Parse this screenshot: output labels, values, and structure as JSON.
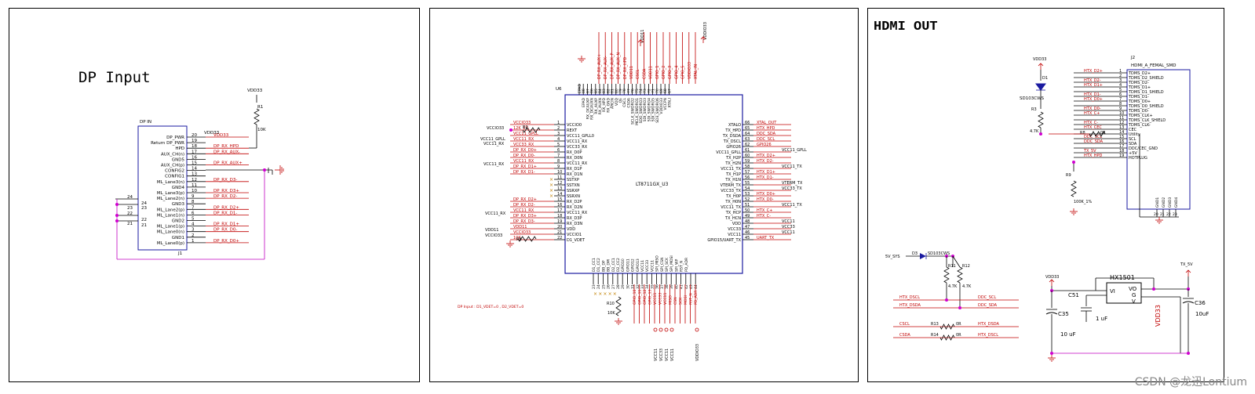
{
  "panel1": {
    "title": "DP Input",
    "vdd": "VDD33",
    "r_ref": "R1",
    "r_val": "10K",
    "conn_label": "DP IN",
    "conn_ref": "J1",
    "left_pins": [
      "DP_PWR",
      "Return DP_PWR",
      "HPD",
      "AUX_CH(n)",
      "GND5",
      "AUX_CH(p)",
      "CONFIG2",
      "CONFIG1",
      "ML_Lane3(n)",
      "GND4",
      "ML_Lane3(p)",
      "ML_Lane2(n)",
      "GND3",
      "ML_Lane2(p)",
      "ML_Lane1(n)",
      "GND2",
      "ML_Lane1(p)",
      "ML_Lane0(n)",
      "GND1",
      "ML_Lane0(p)"
    ],
    "pin_nums": [
      "20",
      "19",
      "18",
      "17",
      "16",
      "15",
      "14",
      "13",
      "12",
      "11",
      "10",
      "9",
      "8",
      "7",
      "6",
      "5",
      "4",
      "3",
      "2",
      "1"
    ],
    "nets": [
      "VDD33",
      "",
      "DP_RX_HPD",
      "DP_RX_AUX-",
      "",
      "DP_RX_AUX+",
      "",
      "",
      "DP_RX_D3-",
      "",
      "DP_RX_D3+",
      "DP_RX_D2-",
      "",
      "DP_RX_D2+",
      "DP_RX_D1-",
      "",
      "DP_RX_D1+",
      "DP_RX_D0-",
      "",
      "DP_RX_D0+"
    ],
    "side_pins": [
      "24",
      "23",
      "22",
      "21"
    ]
  },
  "panel2": {
    "chip_ref": "U6",
    "chip_name": "LT8711GX_U3",
    "top_pins": [
      "EPAD",
      "88",
      "87",
      "86",
      "85",
      "84",
      "83",
      "82",
      "81",
      "80",
      "79",
      "78",
      "77",
      "76",
      "75",
      "74",
      "73",
      "72",
      "71",
      "70",
      "69",
      "68",
      "67"
    ],
    "top_names": [
      "EPAD",
      "RX_DCAUXP",
      "RX_DCAUXN",
      "RX_AUXP",
      "RX_AUXN",
      "RX_HPD",
      "RX_GND",
      "ARCIN",
      "VDD",
      "OE",
      "CSCL",
      "CSDA",
      "SCLK_SWDRO2",
      "MCLK_SWDRO1",
      "SDO_SWDRO3",
      "SDI_SWDRO3",
      "SDI_SWDRO4",
      "SDI_SWDRO5",
      "SD3_SWDRO6",
      "VDDIO33",
      "VCCPN",
      "XTALI"
    ],
    "top_nets": [
      "DP_RX_AUX+",
      "DP_RX_AUX-",
      "DP_RX_AUX_P",
      "DP_RX_AUX_N",
      "DP_RX_HPD",
      "VDD11",
      "CSCL",
      "CSDA",
      "VDD11",
      "GPIO_1",
      "GPIO_2",
      "GPIO_3",
      "GPIO_4",
      "GPIO_5",
      "VDDIO33",
      "XTAL_IN"
    ],
    "left_pins": [
      {
        "num": "1",
        "name": "VCCIO0",
        "net": "VCCIO33"
      },
      {
        "num": "2",
        "name": "REXT",
        "net": "12K_1%"
      },
      {
        "num": "3",
        "name": "VCC11_GPLL0",
        "net": "VCC11_GPLL"
      },
      {
        "num": "4",
        "name": "VCC11_RX",
        "net": "VCC11_RX"
      },
      {
        "num": "5",
        "name": "VCC33_RX",
        "net": "VCC33_RX"
      },
      {
        "num": "6",
        "name": "RX_D0P",
        "net": "DP_RX_D0+"
      },
      {
        "num": "7",
        "name": "RX_D0N",
        "net": "DP_RX_D0-"
      },
      {
        "num": "8",
        "name": "VCC11_RX",
        "net": "VCC11_RX"
      },
      {
        "num": "9",
        "name": "RX_D1P",
        "net": "DP_RX_D1+"
      },
      {
        "num": "10",
        "name": "RX_D1N",
        "net": "DP_RX_D1-"
      },
      {
        "num": "11",
        "name": "SSTXP",
        "net": ""
      },
      {
        "num": "12",
        "name": "SSTXN",
        "net": ""
      },
      {
        "num": "13",
        "name": "SSRXP",
        "net": ""
      },
      {
        "num": "14",
        "name": "SSRXN",
        "net": ""
      },
      {
        "num": "15",
        "name": "RX_D2P",
        "net": "DP_RX_D2+"
      },
      {
        "num": "16",
        "name": "RX_D2N",
        "net": "DP_RX_D2-"
      },
      {
        "num": "17",
        "name": "VCC11_RX",
        "net": "VCC11_RX"
      },
      {
        "num": "18",
        "name": "RX_D3P",
        "net": "DP_RX_D3+"
      },
      {
        "num": "19",
        "name": "RX_D3N",
        "net": "DP_RX_D3-"
      },
      {
        "num": "20",
        "name": "VDD",
        "net": "VDD11"
      },
      {
        "num": "21",
        "name": "VCCIO1",
        "net": "VCCIO33"
      },
      {
        "num": "22",
        "name": "D1_VDET",
        "net": "10K"
      }
    ],
    "right_pins": [
      {
        "num": "66",
        "name": "XTALO",
        "net": "XTAL_OUT"
      },
      {
        "num": "65",
        "name": "TX_HPD",
        "net": "HTX_HPD"
      },
      {
        "num": "64",
        "name": "TX_DSDA",
        "net": "DDC_SDA"
      },
      {
        "num": "63",
        "name": "TX_DSCL",
        "net": "DDC_SCL"
      },
      {
        "num": "62",
        "name": "GPIO26",
        "net": "GPIO26"
      },
      {
        "num": "61",
        "name": "VCC11_GPLL",
        "net": "VCC11_GPLL"
      },
      {
        "num": "60",
        "name": "TX_H2P",
        "net": "HTX_D2+"
      },
      {
        "num": "59",
        "name": "TX_H2N",
        "net": "HTX_D2-"
      },
      {
        "num": "58",
        "name": "VCC11_TX",
        "net": "VCC11_TX"
      },
      {
        "num": "57",
        "name": "TX_H1P",
        "net": "HTX_D1+"
      },
      {
        "num": "56",
        "name": "TX_H1N",
        "net": "HTX_D1-"
      },
      {
        "num": "55",
        "name": "VTERM_TX",
        "net": "VTERM_TX"
      },
      {
        "num": "54",
        "name": "VCC33_TX",
        "net": "VCC33_TX"
      },
      {
        "num": "53",
        "name": "TX_H0P",
        "net": "HTX_D0+"
      },
      {
        "num": "52",
        "name": "TX_H0N",
        "net": "HTX_D0-"
      },
      {
        "num": "51",
        "name": "VCC11_TX",
        "net": "VCC11_TX"
      },
      {
        "num": "50",
        "name": "TX_HCP",
        "net": "HTX_C+"
      },
      {
        "num": "49",
        "name": "TX_HCN",
        "net": "HTX_C-"
      },
      {
        "num": "48",
        "name": "VDD",
        "net": "VCC11"
      },
      {
        "num": "47",
        "name": "VCC33",
        "net": "VCC33"
      },
      {
        "num": "46",
        "name": "VCC11",
        "net": "VCC11"
      },
      {
        "num": "45",
        "name": "GPIO15/UART_TX",
        "net": "UART_TX"
      }
    ],
    "bottom_pins": [
      "23",
      "24",
      "25",
      "26",
      "27",
      "28",
      "29",
      "30",
      "31",
      "32",
      "33",
      "34",
      "35",
      "36",
      "37",
      "38",
      "39",
      "40",
      "41",
      "42",
      "43",
      "44"
    ],
    "bottom_names": [
      "D1_CC1",
      "D1_CC2",
      "BB_DP",
      "BB_DM",
      "D2_CC1",
      "D2_CC2",
      "GPIO10",
      "GPIO11",
      "GPIO12",
      "GPIO13",
      "VCC11",
      "VCC33",
      "VCC11",
      "SPI_MISO",
      "SPI_CSN",
      "SPI_SCK",
      "SPI_MOSI",
      "SPI_WP",
      "RST_N",
      "PD_ADR"
    ],
    "bottom_nets": [
      "GPIO_10",
      "GPIO_11",
      "GPIO_12",
      "GPIO_13",
      "VCC11",
      "VCC33",
      "VCC11",
      "MISO",
      "CSN",
      "SCK",
      "MOSI",
      "RST_N",
      "PD_ADR"
    ],
    "vcc_bottom": [
      "VCC11",
      "VCC33",
      "VCC11",
      "VCC11",
      "VDDIO33"
    ],
    "r10": "R10",
    "r10_val": "10K",
    "r8": "R8",
    "r8_val": "10K",
    "r2": "R2",
    "vdd11_top": "VDD11",
    "vddio33_top": "VDDIO33",
    "vddio33_left": "VCCIO33",
    "vdd11_left": "VDD11",
    "note": "DP Input : D1_VDET=0 , D2_VDET=0"
  },
  "panel3": {
    "title": "HDMI OUT",
    "vdd33": "VDD33",
    "d1": "D1",
    "d1_part": "SD103CWS",
    "r3": "R3",
    "r3_val": "4.7K",
    "r9": "R9",
    "r9_val": "100K_1%",
    "r8c": "R8",
    "r8c_val": "0R",
    "conn_ref": "J2",
    "conn_name": "HDMI_A_FEMAL_SMD",
    "conn_pins": [
      {
        "num": "1",
        "name": "TDMS_D2+",
        "net": "HTX_D2+"
      },
      {
        "num": "2",
        "name": "TDMS_D2_SHIELD",
        "net": ""
      },
      {
        "num": "3",
        "name": "TDMS_D2-",
        "net": "HTX_D2-"
      },
      {
        "num": "4",
        "name": "TDMS_D1+",
        "net": "HTX_D1+"
      },
      {
        "num": "5",
        "name": "TDMS_D1_SHIELD",
        "net": ""
      },
      {
        "num": "6",
        "name": "TDMS_D1-",
        "net": "HTX_D1-"
      },
      {
        "num": "7",
        "name": "TDMS_D0+",
        "net": "HTX_D0+"
      },
      {
        "num": "8",
        "name": "TDMS_D0_SHIELD",
        "net": ""
      },
      {
        "num": "9",
        "name": "TDMS_D0-",
        "net": "HTX_D0-"
      },
      {
        "num": "10",
        "name": "TDMS_CLK+",
        "net": "HTX_C+"
      },
      {
        "num": "11",
        "name": "TDMS_CLK_SHIELD",
        "net": ""
      },
      {
        "num": "12",
        "name": "TDMS_CLK-",
        "net": "HTX_C-"
      },
      {
        "num": "13",
        "name": "CEC",
        "net": "HTX_CEC"
      },
      {
        "num": "14",
        "name": "Utility",
        "net": ""
      },
      {
        "num": "15",
        "name": "SCL",
        "net": "DDC_SCL"
      },
      {
        "num": "16",
        "name": "SDA",
        "net": "DDC_SDA"
      },
      {
        "num": "17",
        "name": "DDC/CEC_GND",
        "net": ""
      },
      {
        "num": "18",
        "name": "+5V",
        "net": "TX_5V"
      },
      {
        "num": "19",
        "name": "HOTPLUG",
        "net": "HTX_HPD"
      }
    ],
    "gnd_pins": [
      "GND1",
      "GND2",
      "GND3",
      "GND4"
    ],
    "gnd_nums": [
      "20",
      "21",
      "22",
      "23"
    ],
    "level": {
      "v5": "5V_SYS",
      "d3": "D3",
      "d3_part": "SD103CWS",
      "r11": "R11",
      "r12": "R12",
      "r_val": "4.7K",
      "nets_left": [
        "HTX_DSCL",
        "HTX_DSDA"
      ],
      "nets_right": [
        "DDC_SCL",
        "DDC_SDA"
      ],
      "r13": "R13",
      "r14": "R14",
      "r0": "0R",
      "csrows": [
        {
          "left": "CSCL",
          "ref": "R13",
          "val": "0R",
          "right": "HTX_DSDA"
        },
        {
          "left": "CSDA",
          "ref": "R14",
          "val": "0R",
          "right": "HTX_DSCL"
        }
      ]
    },
    "ldo": {
      "name": "HX1501",
      "vdd": "VDD33",
      "out": "TX_5V",
      "vi": "VI",
      "vo": "VO",
      "g": "G",
      "v": "V",
      "c35": "C35",
      "c35_val": "10 uF",
      "c51": "C51",
      "c51_val": "1 uF",
      "c36": "C36",
      "c36_val": "10uF",
      "vdd33_vert": "VDD33"
    }
  },
  "watermark": "CSDN @龙迅Lontium"
}
